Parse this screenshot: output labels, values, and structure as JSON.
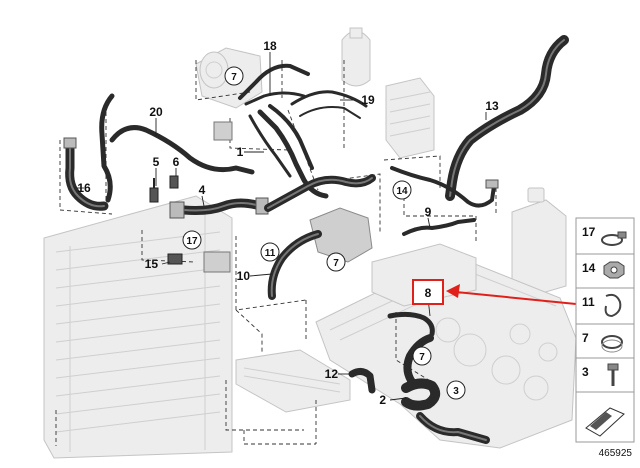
{
  "diagram": {
    "parts": [
      {
        "id": "p1",
        "label": "1"
      },
      {
        "id": "p2",
        "label": "2"
      },
      {
        "id": "p4",
        "label": "4"
      },
      {
        "id": "p5",
        "label": "5"
      },
      {
        "id": "p6",
        "label": "6"
      },
      {
        "id": "p8",
        "label": "8"
      },
      {
        "id": "p9",
        "label": "9"
      },
      {
        "id": "p10",
        "label": "10"
      },
      {
        "id": "p12",
        "label": "12"
      },
      {
        "id": "p13",
        "label": "13"
      },
      {
        "id": "p15",
        "label": "15"
      },
      {
        "id": "p16",
        "label": "16"
      },
      {
        "id": "p18",
        "label": "18"
      },
      {
        "id": "p19",
        "label": "19"
      },
      {
        "id": "p20",
        "label": "20"
      }
    ],
    "circled": [
      {
        "id": "c7a",
        "label": "7"
      },
      {
        "id": "c14",
        "label": "14"
      },
      {
        "id": "c17",
        "label": "17"
      },
      {
        "id": "c11",
        "label": "11"
      },
      {
        "id": "c7b",
        "label": "7"
      },
      {
        "id": "c7c",
        "label": "7"
      },
      {
        "id": "c3",
        "label": "3"
      }
    ],
    "highlight": {
      "label": "8",
      "color": "#e0201b"
    },
    "legend": [
      "17",
      "14",
      "11",
      "7",
      "3"
    ],
    "catalog_number": "465925",
    "colors": {
      "hose": "#2a2a2a",
      "ghost": "#ededed",
      "accent": "#e0201b"
    }
  }
}
